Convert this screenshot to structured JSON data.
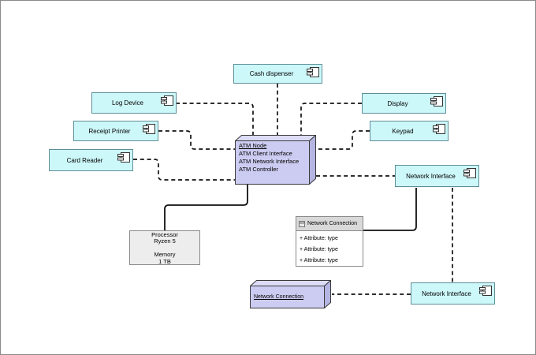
{
  "diagram_type": "UML deployment diagram (ATM system)",
  "colors": {
    "component_fill": "#cdf8fa",
    "component_border": "#5f8e98",
    "node_front_fill": "#ccccf2",
    "node_top_fill": "#dcdcf8",
    "node_side_fill": "#b5b5e2",
    "node_border": "#3a3a3a",
    "class_header_fill": "#d9d9d9",
    "hardware_fill": "#ededed",
    "connector_color": "#111111",
    "background": "#ffffff"
  },
  "components": [
    {
      "label": "Cash dispenser"
    },
    {
      "label": "Log Device"
    },
    {
      "label": "Receipt Printer"
    },
    {
      "label": "Card Reader"
    },
    {
      "label": "Display"
    },
    {
      "label": "Keypad"
    },
    {
      "label": "Network Interface"
    },
    {
      "label": "Network Interface"
    }
  ],
  "nodes": [
    {
      "title": "ATM Node",
      "lines": [
        "ATM Client Interface",
        "ATM Network Interface",
        "ATM Controller"
      ]
    },
    {
      "title": "Network Connection"
    }
  ],
  "class_box": {
    "title": "Network Connection",
    "attributes": [
      "+ Attribute: type",
      "+ Attribute: type",
      "+ Attribute: type"
    ]
  },
  "hardware_box": {
    "lines": [
      "Processor",
      "Ryzen 5",
      "",
      "Memory",
      "1 TB"
    ]
  }
}
